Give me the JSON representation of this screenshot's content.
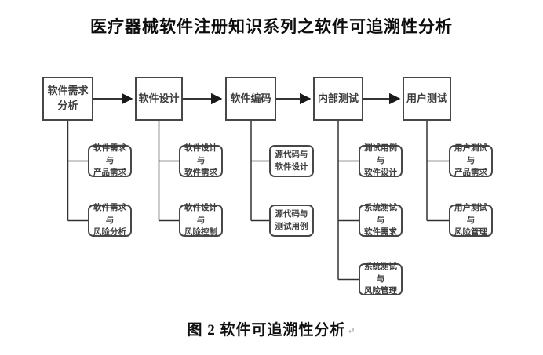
{
  "title": "医疗器械软件注册知识系列之软件可追溯性分析",
  "caption": {
    "text": "图 2 软件可追溯性分析",
    "return_mark": "↵"
  },
  "colors": {
    "background": "#ffffff",
    "box_border": "#474747",
    "box_text": "#3d3d3d",
    "connector_line": "#333333",
    "arrow": "#1a1a1a",
    "title_text": "#0d0d0d"
  },
  "diagram": {
    "type": "flowchart",
    "direction": "left-to-right",
    "stages": [
      {
        "label": "软件需求\n分析",
        "subs": [
          {
            "label": "软件需求与\n产品需求"
          },
          {
            "label": "软件需求与\n风险分析"
          }
        ]
      },
      {
        "label": "软件设计",
        "subs": [
          {
            "label": "软件设计与\n软件需求"
          },
          {
            "label": "软件设计与\n风险控制"
          }
        ]
      },
      {
        "label": "软件编码",
        "subs": [
          {
            "label": "源代码与\n软件设计"
          },
          {
            "label": "源代码与\n测试用例"
          }
        ]
      },
      {
        "label": "内部测试",
        "subs": [
          {
            "label": "测试用例与\n软件设计"
          },
          {
            "label": "系统测试与\n软件需求"
          },
          {
            "label": "系统测试与\n风险管理"
          }
        ]
      },
      {
        "label": "用户测试",
        "subs": [
          {
            "label": "用户测试与\n产品需求"
          },
          {
            "label": "用户测试与\n风险管理"
          }
        ]
      }
    ]
  }
}
